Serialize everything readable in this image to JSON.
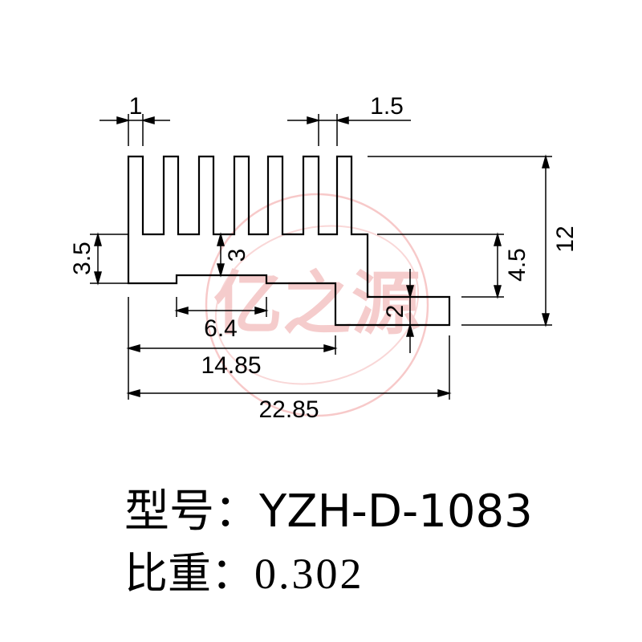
{
  "dimensions": {
    "fin_width": "1",
    "fin_gap": "1.5",
    "base_height_left": "3.5",
    "fin_depth": "3",
    "right_step_height": "4.5",
    "total_height": "12",
    "slot_width": "6.4",
    "step_height": "2",
    "step_offset": "14.85",
    "total_width": "22.85"
  },
  "info": {
    "model_label": "型号：",
    "model_value": "YZH-D-1083",
    "weight_label": "比重：",
    "weight_value": "0.302"
  },
  "watermark": {
    "text": "亿之源",
    "color": "#e06060"
  }
}
